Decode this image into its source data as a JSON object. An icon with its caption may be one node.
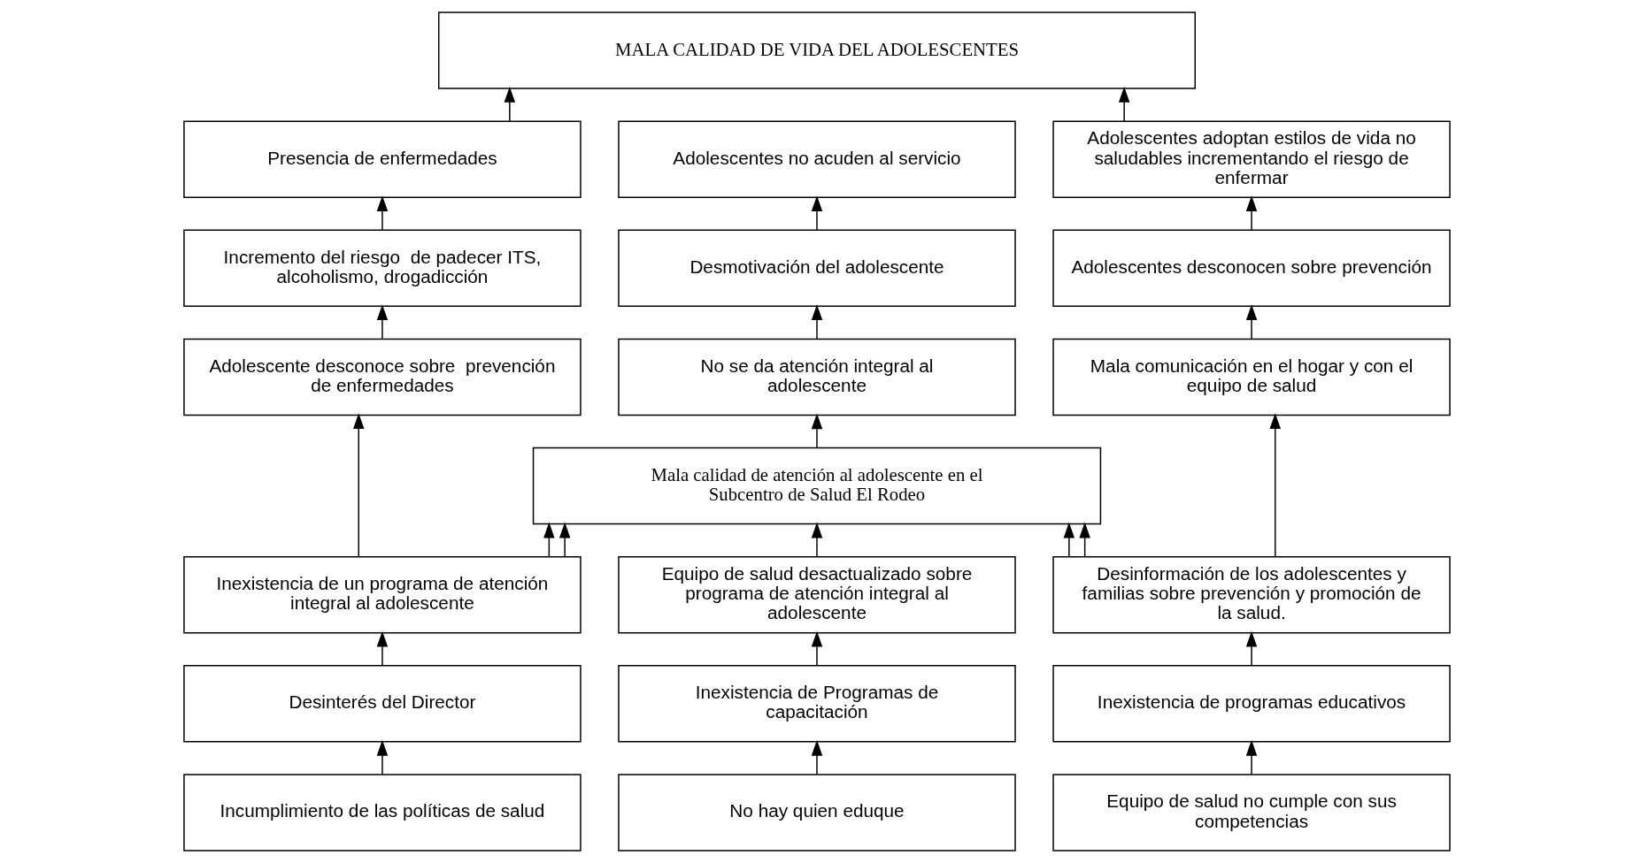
{
  "diagram": {
    "nodes": [
      {
        "text": [
          "MALA CALIDAD DE VIDA DEL ADOLESCENTES"
        ]
      },
      {
        "text": [
          "Presencia de enfermedades"
        ]
      },
      {
        "text": [
          "Adolescentes no acuden al servicio"
        ]
      },
      {
        "text": [
          "Adolescentes adoptan estilos de vida no saludables incrementando el riesgo de enfermar"
        ]
      },
      {
        "text": [
          "Incremento del riesgo  de padecer ITS, alcoholismo, drogadicción"
        ]
      },
      {
        "text": [
          "Desmotivación del adolescente"
        ]
      },
      {
        "text": [
          "Adolescentes desconocen sobre prevención"
        ]
      },
      {
        "text": [
          "Adolescente desconoce sobre  prevención de enfermedades"
        ]
      },
      {
        "text": [
          "No se da atención integral al adolescente"
        ]
      },
      {
        "text": [
          "Mala comunicación en el hogar y con el equipo de salud"
        ]
      },
      {
        "text": [
          "Mala calidad de atención al adolescente en el Subcentro de Salud El Rodeo"
        ]
      },
      {
        "text": [
          "Inexistencia de un programa de atención integral al adolescente"
        ]
      },
      {
        "text": [
          "Equipo de salud desactualizado sobre programa de atención integral al adolescente"
        ]
      },
      {
        "text": [
          "Desinformación de los adolescentes y familias sobre prevención y promoción de la salud."
        ]
      },
      {
        "text": [
          "Desinterés del Director"
        ]
      },
      {
        "text": [
          "Inexistencia de Programas de capacitación"
        ]
      },
      {
        "text": [
          "Inexistencia de programas educativos"
        ]
      },
      {
        "text": [
          "Incumplimiento de las políticas de salud"
        ]
      },
      {
        "text": [
          "No hay quien eduque"
        ]
      },
      {
        "text": [
          "Equipo de salud no cumple con sus competencias"
        ]
      }
    ],
    "edges": [
      {
        "from": 1,
        "to": 0,
        "arrow": "to"
      },
      {
        "from": 3,
        "to": 0,
        "arrow": "to"
      },
      {
        "from": 4,
        "to": 1,
        "arrow": "to"
      },
      {
        "from": 7,
        "to": 4,
        "arrow": "to"
      },
      {
        "from": 5,
        "to": 2,
        "arrow": "to"
      },
      {
        "from": 8,
        "to": 5,
        "arrow": "to"
      },
      {
        "from": 6,
        "to": 3,
        "arrow": "to"
      },
      {
        "from": 9,
        "to": 6,
        "arrow": "to"
      },
      {
        "from": 11,
        "to": 7,
        "arrow": "to"
      },
      {
        "from": 11,
        "to": 10,
        "arrow": "to"
      },
      {
        "from": 11,
        "to": 10,
        "arrow": "to"
      },
      {
        "from": 10,
        "to": 8,
        "arrow": "to"
      },
      {
        "from": 12,
        "to": 10,
        "arrow": "to"
      },
      {
        "from": 13,
        "to": 9,
        "arrow": "to"
      },
      {
        "from": 13,
        "to": 10,
        "arrow": "to"
      },
      {
        "from": 13,
        "to": 10,
        "arrow": "to"
      },
      {
        "from": 14,
        "to": 11,
        "arrow": "to"
      },
      {
        "from": 17,
        "to": 14,
        "arrow": "to"
      },
      {
        "from": 15,
        "to": 12,
        "arrow": "to"
      },
      {
        "from": 18,
        "to": 15,
        "arrow": "to"
      },
      {
        "from": 16,
        "to": 13,
        "arrow": "to"
      },
      {
        "from": 19,
        "to": 16,
        "arrow": "to"
      }
    ]
  }
}
